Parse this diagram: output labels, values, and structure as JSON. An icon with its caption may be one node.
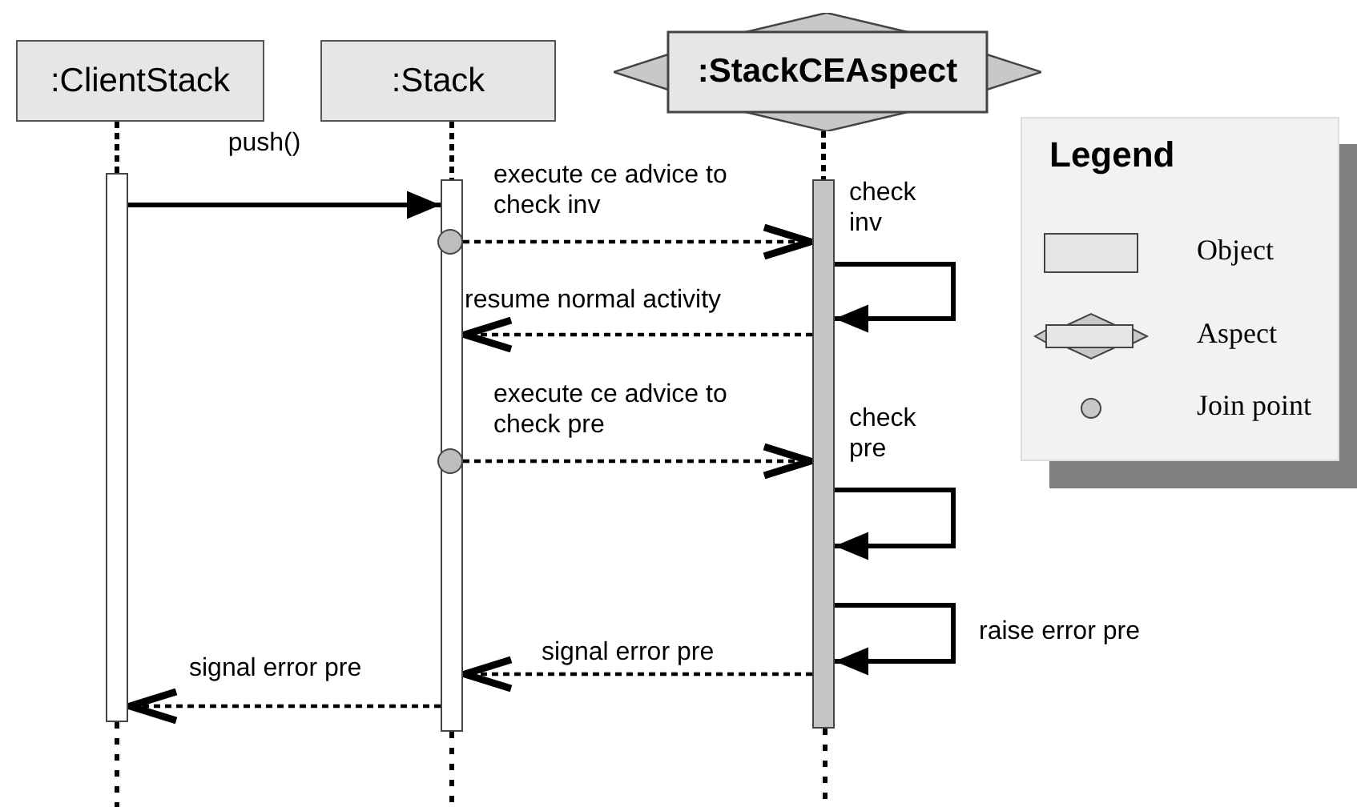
{
  "diagram": {
    "nodes": [
      {
        "text": [
          ":ClientStack"
        ]
      },
      {
        "text": [
          ":Stack"
        ]
      },
      {
        "text": [
          ":StackCEAspect"
        ]
      },
      {
        "text": [],
        "shape": "bar"
      },
      {
        "text": [],
        "shape": "bar"
      },
      {
        "text": [],
        "shape": "bar"
      },
      {
        "text": [],
        "shape": "circle"
      },
      {
        "text": [],
        "shape": "circle"
      }
    ],
    "edges": [
      {
        "from": 0,
        "to": 3,
        "arrow": "none",
        "style": "dashed"
      },
      {
        "from": 1,
        "to": 4,
        "arrow": "none",
        "style": "dashed"
      },
      {
        "from": 2,
        "to": 5,
        "arrow": "none",
        "style": "dashed"
      },
      {
        "from": 3,
        "to": 4,
        "arrow": "to",
        "label": "push()"
      },
      {
        "from": 6,
        "to": 5,
        "arrow": "to",
        "label": "execute ce advice to check inv",
        "style": "dashed"
      },
      {
        "from": 5,
        "to": 5,
        "arrow": "to",
        "label": "check inv"
      },
      {
        "from": 5,
        "to": 4,
        "arrow": "to",
        "label": "resume normal activity",
        "style": "dashed"
      },
      {
        "from": 7,
        "to": 5,
        "arrow": "to",
        "label": "execute ce advice to check pre",
        "style": "dashed"
      },
      {
        "from": 5,
        "to": 5,
        "arrow": "to",
        "label": "check pre"
      },
      {
        "from": 5,
        "to": 5,
        "arrow": "to",
        "label": "raise error pre"
      },
      {
        "from": 5,
        "to": 4,
        "arrow": "to",
        "label": "signal error pre",
        "style": "dashed"
      },
      {
        "from": 4,
        "to": 3,
        "arrow": "to",
        "label": "signal error pre",
        "style": "dashed"
      }
    ],
    "labels": [
      "Legend"
    ],
    "legend": [
      {
        "text": "Object"
      },
      {
        "text": "Aspect"
      },
      {
        "text": "Join point"
      }
    ]
  }
}
